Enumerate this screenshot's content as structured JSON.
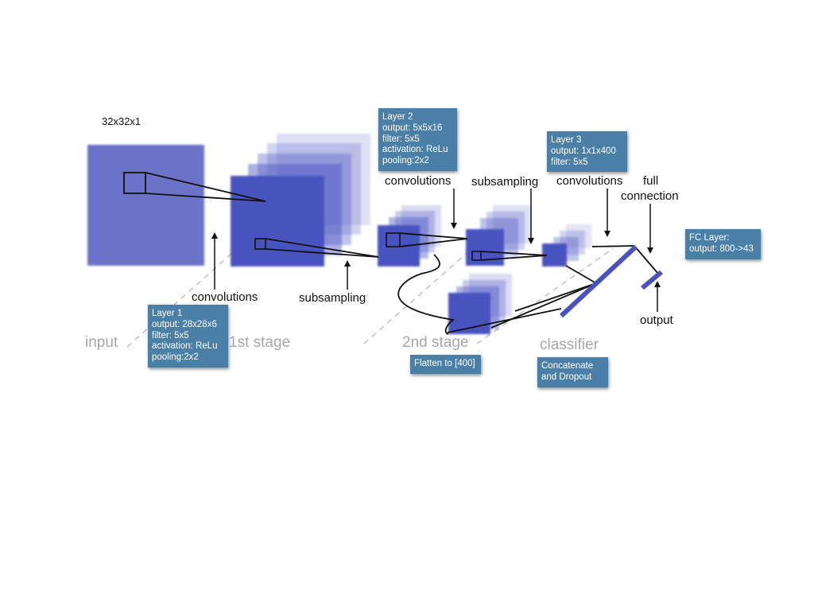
{
  "input_size": "32x32x1",
  "labels": {
    "conv1": "convolutions",
    "sub1": "subsampling",
    "conv2": "convolutions",
    "sub2": "subsampling",
    "conv3": "convolutions",
    "full_connection": [
      "full",
      "connection"
    ],
    "output": "output"
  },
  "stages": {
    "input": "input",
    "first": "1st stage",
    "second": "2nd stage",
    "classifier": "classifier"
  },
  "boxes": {
    "layer1": [
      "Layer 1",
      "output: 28x28x6",
      "filter: 5x5",
      "activation: ReLu",
      "pooling:2x2"
    ],
    "layer2": [
      "Layer 2",
      "output: 5x5x16",
      "filter: 5x5",
      "activation: ReLu",
      "pooling:2x2"
    ],
    "layer3": [
      "Layer 3",
      "output: 1x1x400",
      "filter: 5x5"
    ],
    "fc": [
      "FC Layer:",
      "output: 800->43"
    ],
    "flatten": [
      "Flatten to [400]"
    ],
    "concat": [
      "Concatenate",
      "and Dropout"
    ]
  },
  "colors": {
    "input_map": "#6b73c8",
    "feature_map": "#4a52c0",
    "info_box": "#4a7fa8",
    "stage_text": "#a7a7a7"
  }
}
